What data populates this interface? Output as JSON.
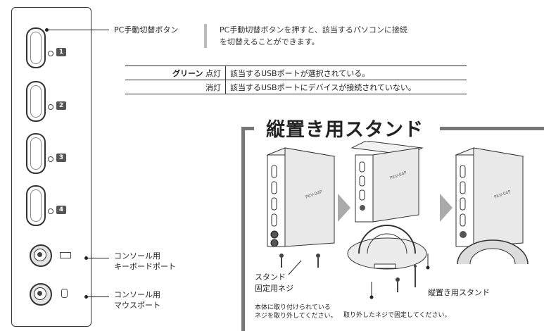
{
  "ports": [
    "1",
    "2",
    "3",
    "4"
  ],
  "labels": {
    "pc_switch_button": "PC手動切替ボタン",
    "console_keyboard_l1": "コンソール用",
    "console_keyboard_l2": "キーボードポート",
    "console_mouse_l1": "コンソール用",
    "console_mouse_l2": "マウスポート"
  },
  "description": {
    "line1": "PC手動切替ボタンを押すと、該当するパソコンに接続",
    "line2": "を切替えることができます。"
  },
  "status_table": {
    "rows": [
      {
        "color": "グリーン",
        "state": "点灯",
        "text": "該当するUSBポートが選択されている。"
      },
      {
        "state": "消灯",
        "text": "該当するUSBポートにデバイスが接続されていない。"
      }
    ]
  },
  "stand_section": {
    "title": "縦置き用スタンド",
    "device_label": "PKV-04P",
    "screw_label_l1": "スタンド",
    "screw_label_l2": "固定用ネジ",
    "stand_label": "縦置き用スタンド",
    "note1_l1": "本体に取り付けられている",
    "note1_l2": "ネジを取り外してください。",
    "note2": "取り外したネジで固定してください。"
  },
  "colors": {
    "frame": "#777777",
    "accent_gray": "#bbbbbb",
    "arrow": "#aaaaaa"
  }
}
